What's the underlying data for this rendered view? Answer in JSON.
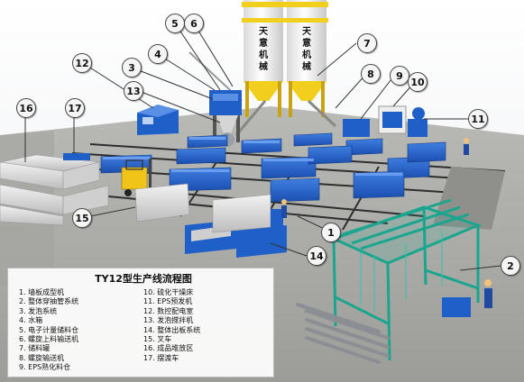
{
  "silo_labels": {
    "left": [
      "天",
      "意",
      "机",
      "械"
    ],
    "right": [
      "天",
      "意",
      "机",
      "械"
    ]
  },
  "callouts": [
    "1",
    "2",
    "3",
    "4",
    "5",
    "6",
    "7",
    "8",
    "9",
    "10",
    "11",
    "12",
    "13",
    "14",
    "15",
    "16",
    "17"
  ],
  "legend": {
    "title": "TY12型生产线流程图",
    "left_items": [
      "1. 墙板成型机",
      "2. 整体穿抽管系统",
      "3. 发泡系统",
      "4. 水箱",
      "5. 电子计量储料仓",
      "6. 螺旋上料输送机",
      "7. 储料罐",
      "8. 螺旋输送机",
      "9. EPS熟化料仓"
    ],
    "right_items": [
      "10. 硫化干燥床",
      "11. EPS预发机",
      "12. 数控配电室",
      "13. 发泡搅拌机",
      "14. 整体出板系统",
      "15. 叉车",
      "16. 成品堆放区",
      "17. 摆渡车"
    ]
  },
  "colors": {
    "floor": "#a9a9a5",
    "machine_blue": "#1f5fc8",
    "frame_teal": "#1aa58f",
    "silo_yellow": "#f2cf1c",
    "silo_body": "#eeeeee",
    "rail": "#2e2e2e",
    "panel": "#d6d6d6",
    "forklift_yellow": "#f0c419"
  }
}
